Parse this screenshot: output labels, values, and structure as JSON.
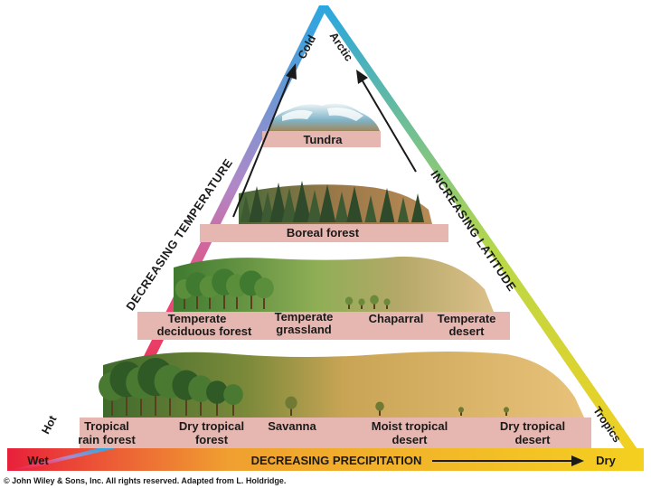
{
  "corners": {
    "top_left": "Cold",
    "top_right": "Arctic",
    "bottom_left": "Hot",
    "bottom_right": "Tropics"
  },
  "edges": {
    "left": "DECREASING TEMPERATURE",
    "right": "INCREASING LATITUDE",
    "bottom": "DECREASING PRECIPITATION",
    "bottom_left_end": "Wet",
    "bottom_right_end": "Dry"
  },
  "tiers": {
    "tier1": [
      "Tundra"
    ],
    "tier2": [
      "Boreal forest"
    ],
    "tier3": [
      {
        "line1": "Temperate",
        "line2": "deciduous forest"
      },
      {
        "line1": "Temperate",
        "line2": "grassland"
      },
      {
        "line1": "Chaparral",
        "line2": ""
      },
      {
        "line1": "Temperate",
        "line2": "desert"
      }
    ],
    "tier4": [
      {
        "line1": "Tropical",
        "line2": "rain forest"
      },
      {
        "line1": "Dry tropical",
        "line2": "forest"
      },
      {
        "line1": "Savanna",
        "line2": ""
      },
      {
        "line1": "Moist tropical",
        "line2": "desert"
      },
      {
        "line1": "Dry tropical",
        "line2": "desert"
      }
    ]
  },
  "credit": "© John Wiley & Sons, Inc. All rights reserved. Adapted from L. Holdridge.",
  "colors": {
    "warm": "#e8203a",
    "mid": "#f4d020",
    "cool": "#2aa6e0",
    "band": "#e6b7b0"
  }
}
